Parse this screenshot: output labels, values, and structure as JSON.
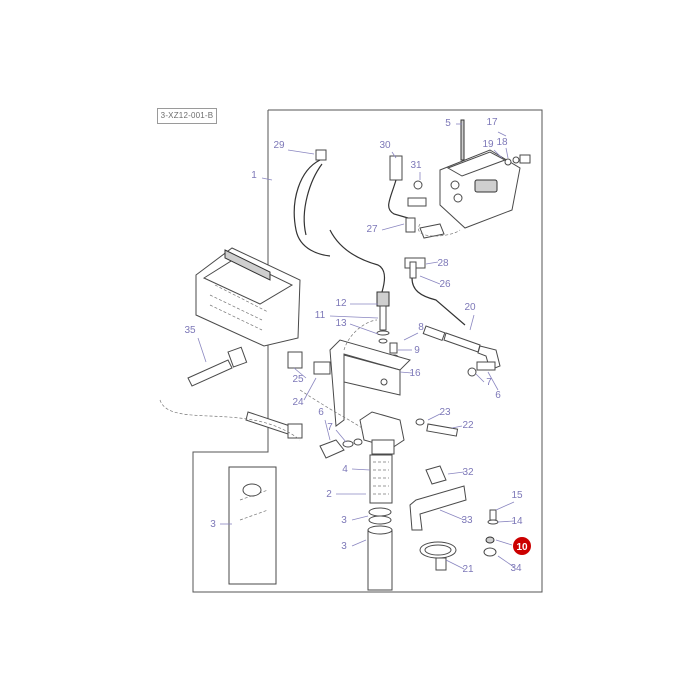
{
  "diagram": {
    "reference_code": "3-XZ12-001-B",
    "callouts": [
      {
        "id": "c1",
        "label": "1"
      },
      {
        "id": "c2",
        "label": "2"
      },
      {
        "id": "c3a",
        "label": "3"
      },
      {
        "id": "c3b",
        "label": "3"
      },
      {
        "id": "c3c",
        "label": "3"
      },
      {
        "id": "c4",
        "label": "4"
      },
      {
        "id": "c5",
        "label": "5"
      },
      {
        "id": "c6a",
        "label": "6"
      },
      {
        "id": "c6b",
        "label": "6"
      },
      {
        "id": "c7a",
        "label": "7"
      },
      {
        "id": "c7b",
        "label": "7"
      },
      {
        "id": "c8",
        "label": "8"
      },
      {
        "id": "c9",
        "label": "9"
      },
      {
        "id": "c11",
        "label": "11"
      },
      {
        "id": "c12",
        "label": "12"
      },
      {
        "id": "c13",
        "label": "13"
      },
      {
        "id": "c14",
        "label": "14"
      },
      {
        "id": "c15",
        "label": "15"
      },
      {
        "id": "c16",
        "label": "16"
      },
      {
        "id": "c17",
        "label": "17"
      },
      {
        "id": "c18",
        "label": "18"
      },
      {
        "id": "c19",
        "label": "19"
      },
      {
        "id": "c20",
        "label": "20"
      },
      {
        "id": "c21",
        "label": "21"
      },
      {
        "id": "c22",
        "label": "22"
      },
      {
        "id": "c23",
        "label": "23"
      },
      {
        "id": "c24",
        "label": "24"
      },
      {
        "id": "c25",
        "label": "25"
      },
      {
        "id": "c26",
        "label": "26"
      },
      {
        "id": "c27",
        "label": "27"
      },
      {
        "id": "c28",
        "label": "28"
      },
      {
        "id": "c29",
        "label": "29"
      },
      {
        "id": "c30",
        "label": "30"
      },
      {
        "id": "c31",
        "label": "31"
      },
      {
        "id": "c32",
        "label": "32"
      },
      {
        "id": "c33",
        "label": "33"
      },
      {
        "id": "c34",
        "label": "34"
      },
      {
        "id": "c35",
        "label": "35"
      }
    ],
    "highlight": {
      "label": "10",
      "color": "#cc0000"
    },
    "colors": {
      "callout": "#7d78b8",
      "line": "#333333"
    }
  }
}
